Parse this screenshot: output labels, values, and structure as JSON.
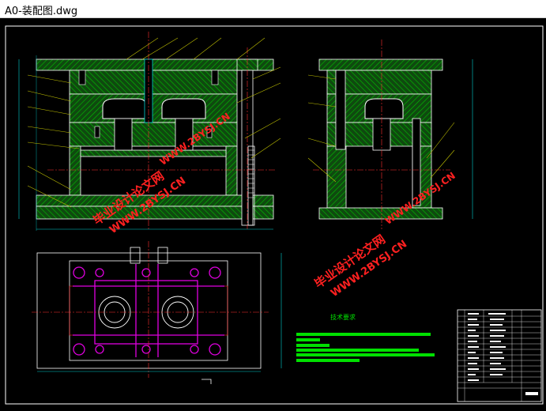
{
  "window": {
    "title": "A0-装配图.dwg"
  },
  "drawing": {
    "watermark_cn": "毕业设计论文网",
    "watermark_url": "WWW.2BYSJ.CN",
    "tech_req_title": "技术要求",
    "colors": {
      "background": "#000000",
      "hatch": "#00c000",
      "outline": "#ffffff",
      "center_line": "#ff0000",
      "dimension": "#00d0d0",
      "holes": "#e000e0",
      "callout": "#c0c000",
      "watermark": "#ff2020"
    }
  }
}
